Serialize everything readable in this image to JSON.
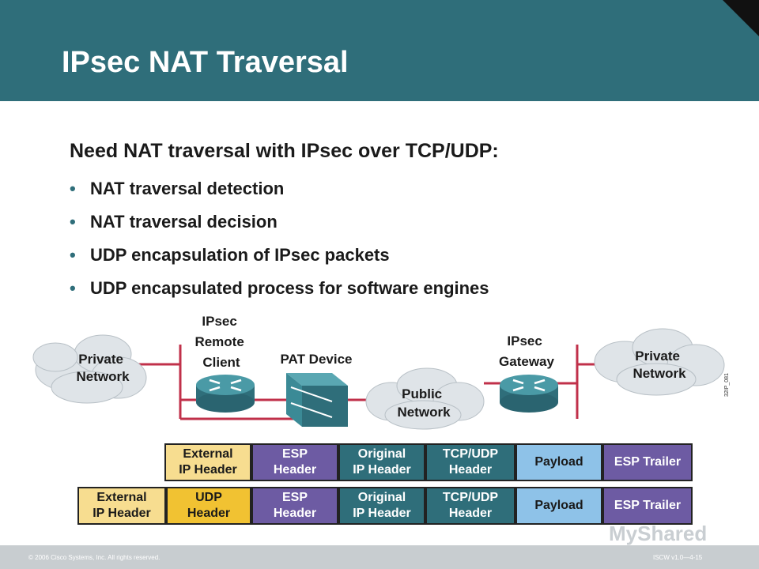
{
  "title": "IPsec NAT Traversal",
  "heading": "Need NAT traversal with IPsec over TCP/UDP:",
  "bullets": [
    "NAT traversal detection",
    "NAT traversal decision",
    "UDP encapsulation of IPsec packets",
    "UDP encapsulated process for software engines"
  ],
  "diagram": {
    "private_network_left": [
      "Private",
      "Network"
    ],
    "remote_client": [
      "IPsec",
      "Remote",
      "Client"
    ],
    "pat_device": "PAT Device",
    "public_network": [
      "Public",
      "Network"
    ],
    "gateway": [
      "IPsec",
      "Gateway"
    ],
    "private_network_right": [
      "Private",
      "Network"
    ],
    "figure_code": "32IP_081"
  },
  "packet_row1": [
    [
      "External",
      "IP Header"
    ],
    [
      "ESP",
      "Header"
    ],
    [
      "Original",
      "IP Header"
    ],
    [
      "TCP/UDP",
      "Header"
    ],
    [
      "Payload"
    ],
    [
      "ESP Trailer"
    ]
  ],
  "packet_row2": [
    [
      "External",
      "IP Header"
    ],
    [
      "UDP",
      "Header"
    ],
    [
      "ESP",
      "Header"
    ],
    [
      "Original",
      "IP Header"
    ],
    [
      "TCP/UDP",
      "Header"
    ],
    [
      "Payload"
    ],
    [
      "ESP Trailer"
    ]
  ],
  "footer": {
    "copyright": "© 2006 Cisco Systems, Inc. All rights reserved.",
    "course": "ISCW v1.0—4-15"
  },
  "watermark": "MyShared",
  "colors": {
    "header": "#2f6e7a",
    "esp": "#6d5ba3",
    "udp": "#f1c232",
    "external": "#f7dd90",
    "payload": "#8ec2e8",
    "router": "#3b8a96",
    "line": "#c0304a"
  }
}
